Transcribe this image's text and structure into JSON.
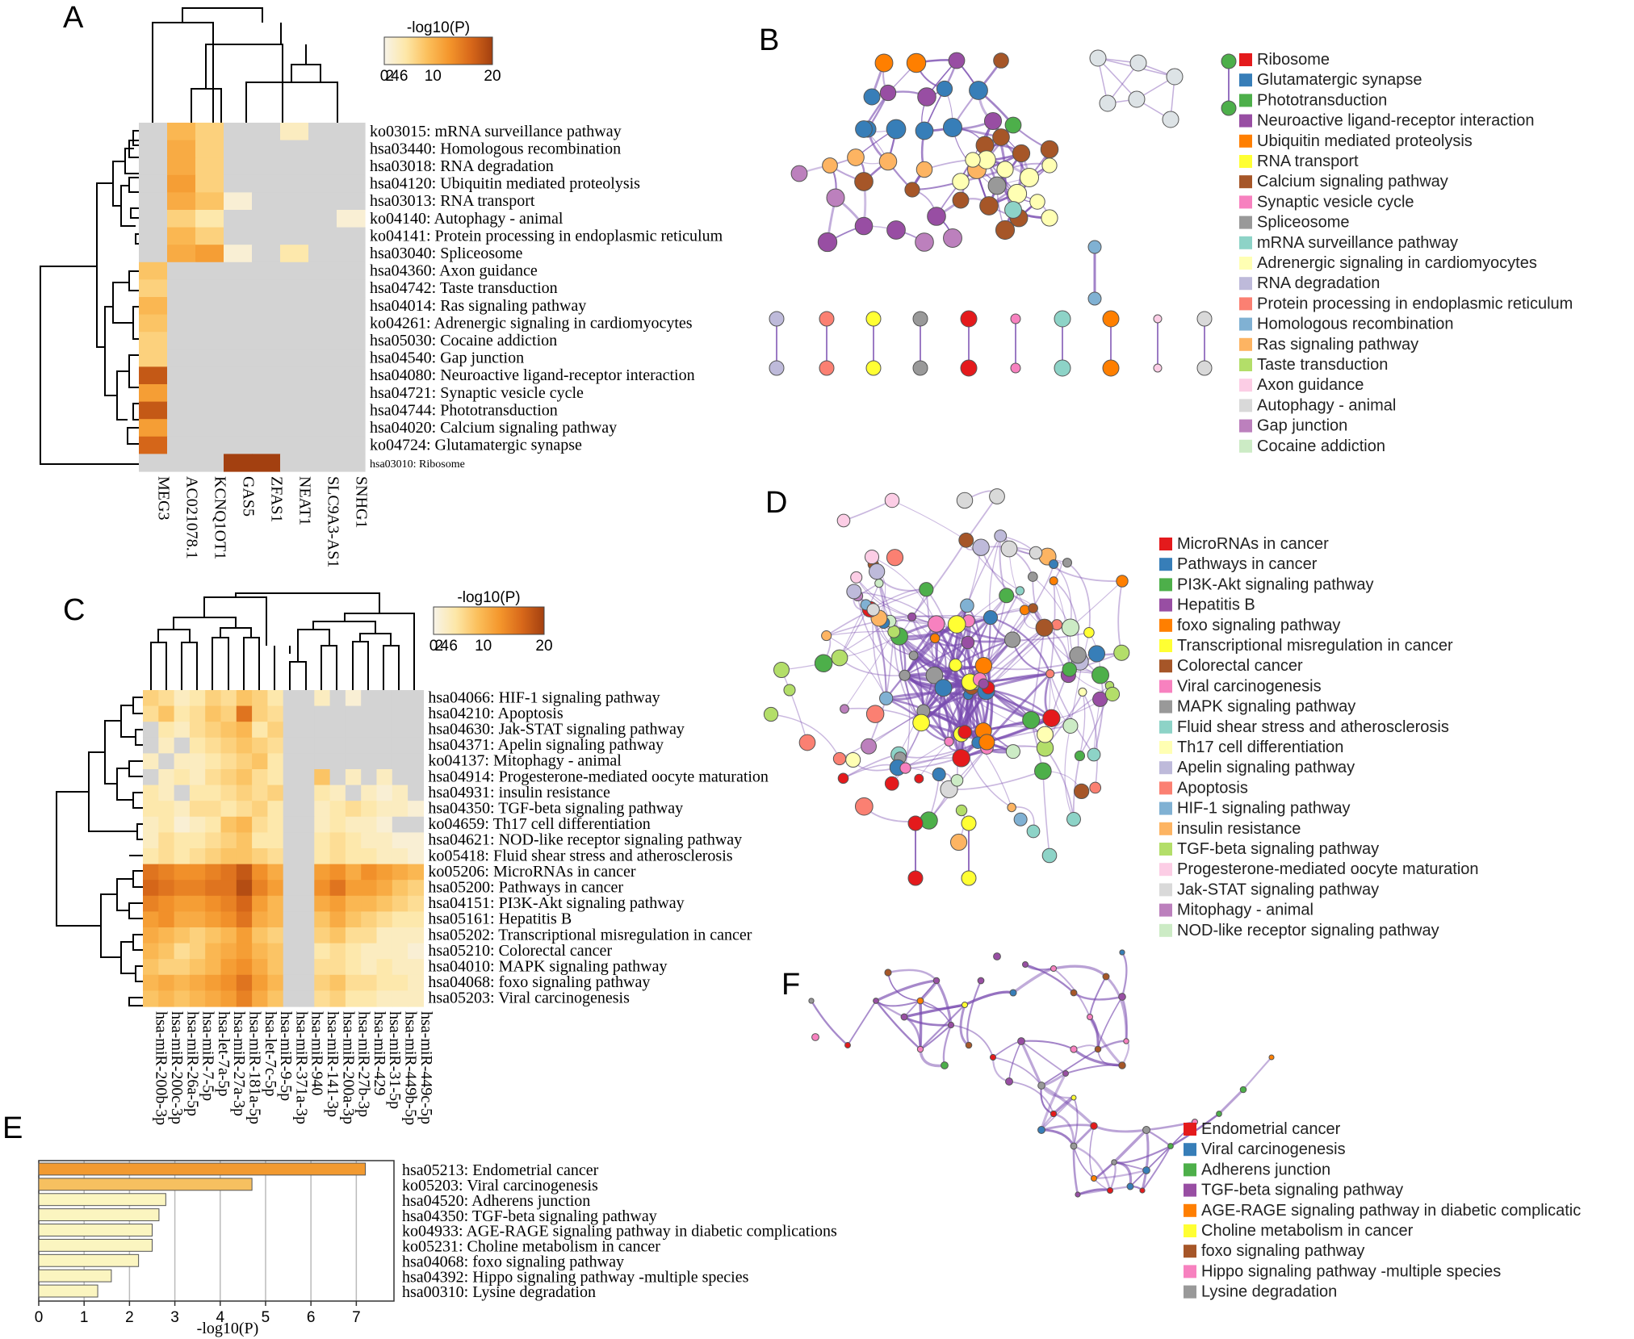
{
  "panels": {
    "A": {
      "letter": "A"
    },
    "B": {
      "letter": "B"
    },
    "C": {
      "letter": "C"
    },
    "D": {
      "letter": "D"
    },
    "E": {
      "letter": "E"
    },
    "F": {
      "letter": "F"
    }
  },
  "colors": {
    "na": "#d3d3d3",
    "scale": [
      "#f7f3e8",
      "#fde7a8",
      "#fbbf5b",
      "#f4962c",
      "#d8681a",
      "#a34010"
    ],
    "bar_low": "#fbf5c0",
    "bar_mid": "#f6c060",
    "bar_high": "#f29a30",
    "edge": "#7a4db0"
  },
  "chart_data": [
    {
      "id": "A",
      "type": "heatmap",
      "title": "-log10(P)",
      "scale_ticks": [
        "0",
        "2",
        "4",
        "6",
        "10",
        "20"
      ],
      "columns": [
        "MEG3",
        "AC021078.1",
        "KCNQ1OT1",
        "GAS5",
        "ZFAS1",
        "NEAT1",
        "SLC9A3-AS1",
        "SNHG1"
      ],
      "rows": [
        "ko03015: mRNA surveillance pathway",
        "hsa03440: Homologous recombination",
        "hsa03018: RNA degradation",
        "hsa04120: Ubiquitin mediated proteolysis",
        "hsa03013: RNA transport",
        "ko04140: Autophagy - animal",
        "ko04141: Protein processing in endoplasmic reticulum",
        "hsa03040: Spliceosome",
        "hsa04360: Axon guidance",
        "hsa04742: Taste transduction",
        "hsa04014: Ras signaling pathway",
        "ko04261: Adrenergic signaling in cardiomyocytes",
        "hsa05030: Cocaine addiction",
        "hsa04540: Gap junction",
        "hsa04080: Neuroactive ligand-receptor interaction",
        "hsa04721: Synaptic vesicle cycle",
        "hsa04744: Phototransduction",
        "hsa04020: Calcium signaling pathway",
        "ko04724: Glutamatergic synapse",
        "hsa03010: Ribosome"
      ],
      "values": [
        [
          null,
          7,
          5,
          null,
          null,
          2,
          null,
          null
        ],
        [
          null,
          8,
          5,
          null,
          null,
          null,
          null,
          null
        ],
        [
          null,
          8,
          5,
          null,
          null,
          null,
          null,
          null
        ],
        [
          null,
          9,
          5,
          null,
          null,
          null,
          null,
          null
        ],
        [
          null,
          8,
          6,
          1,
          null,
          null,
          null,
          null
        ],
        [
          null,
          5,
          3,
          null,
          null,
          null,
          null,
          1
        ],
        [
          null,
          7,
          5,
          null,
          null,
          null,
          null,
          null
        ],
        [
          null,
          8,
          9,
          1,
          null,
          3,
          null,
          null
        ],
        [
          6,
          null,
          null,
          null,
          null,
          null,
          null,
          null
        ],
        [
          5,
          null,
          null,
          null,
          null,
          null,
          null,
          null
        ],
        [
          7,
          null,
          null,
          null,
          null,
          null,
          null,
          null
        ],
        [
          6,
          null,
          null,
          null,
          null,
          null,
          null,
          null
        ],
        [
          5,
          null,
          null,
          null,
          null,
          null,
          null,
          null
        ],
        [
          5,
          null,
          null,
          null,
          null,
          null,
          null,
          null
        ],
        [
          14,
          null,
          null,
          null,
          null,
          null,
          null,
          null
        ],
        [
          9,
          null,
          null,
          null,
          null,
          null,
          null,
          null
        ],
        [
          14,
          null,
          null,
          null,
          null,
          null,
          null,
          null
        ],
        [
          9,
          null,
          null,
          null,
          null,
          null,
          null,
          null
        ],
        [
          13,
          null,
          null,
          null,
          null,
          null,
          null,
          null
        ],
        [
          null,
          null,
          null,
          16,
          16,
          null,
          null,
          null
        ]
      ]
    },
    {
      "id": "C",
      "type": "heatmap",
      "title": "-log10(P)",
      "scale_ticks": [
        "0",
        "2",
        "4",
        "6",
        "10",
        "20"
      ],
      "columns": [
        "hsa-miR-200b-3p",
        "hsa-miR-200c-3p",
        "hsa-miR-26a-5p",
        "hsa-miR-7-5p",
        "hsa-let-7a-5p",
        "hsa-miR-27a-3p",
        "hsa-miR-181a-5p",
        "hsa-let-7c-5p",
        "hsa-miR-9-5p",
        "hsa-miR-371a-3p",
        "hsa-miR-940",
        "hsa-miR-141-3p",
        "hsa-miR-200a-3p",
        "hsa-miR-27b-3p",
        "hsa-miR-429",
        "hsa-miR-31-5p",
        "hsa-miR-449b-5p",
        "hsa-miR-449c-5p"
      ],
      "rows": [
        "hsa04066: HIF-1 signaling pathway",
        "hsa04210: Apoptosis",
        "hsa04630: Jak-STAT signaling pathway",
        "hsa04371: Apelin signaling pathway",
        "ko04137: Mitophagy - animal",
        "hsa04914: Progesterone-mediated oocyte maturation",
        "hsa04931: insulin resistance",
        "hsa04350: TGF-beta signaling pathway",
        "ko04659: Th17 cell differentiation",
        "hsa04621: NOD-like receptor signaling pathway",
        "ko05418: Fluid shear stress and atherosclerosis",
        "ko05206: MicroRNAs in cancer",
        "hsa05200: Pathways in cancer",
        "hsa04151: PI3K-Akt signaling pathway",
        "hsa05161: Hepatitis B",
        "hsa05202: Transcriptional misregulation in cancer",
        "hsa05210: Colorectal cancer",
        "hsa04010: MAPK signaling pathway",
        "hsa04068: foxo signaling pathway",
        "hsa05203: Viral carcinogenesis"
      ],
      "values": [
        [
          5,
          4,
          2,
          3,
          5,
          4,
          6,
          5,
          3,
          null,
          null,
          2,
          null,
          1,
          null,
          null,
          null,
          null
        ],
        [
          4,
          6,
          3,
          4,
          6,
          5,
          12,
          5,
          4,
          null,
          null,
          null,
          null,
          null,
          null,
          null,
          null,
          null
        ],
        [
          null,
          3,
          2,
          4,
          5,
          6,
          7,
          3,
          5,
          null,
          null,
          null,
          null,
          null,
          null,
          null,
          null,
          null
        ],
        [
          null,
          2,
          null,
          3,
          4,
          5,
          6,
          5,
          4,
          null,
          null,
          null,
          null,
          null,
          null,
          null,
          null,
          null
        ],
        [
          2,
          null,
          2,
          2,
          3,
          4,
          5,
          6,
          3,
          null,
          null,
          null,
          null,
          null,
          null,
          null,
          null,
          null
        ],
        [
          null,
          2,
          3,
          2,
          4,
          5,
          6,
          4,
          3,
          null,
          null,
          6,
          null,
          2,
          null,
          2,
          null,
          null
        ],
        [
          3,
          2,
          null,
          3,
          3,
          4,
          5,
          4,
          5,
          null,
          null,
          3,
          2,
          null,
          2,
          1,
          2,
          null
        ],
        [
          3,
          3,
          2,
          4,
          4,
          3,
          4,
          5,
          3,
          null,
          null,
          2,
          3,
          4,
          3,
          2,
          2,
          1
        ],
        [
          2,
          3,
          1,
          2,
          3,
          6,
          7,
          4,
          3,
          null,
          null,
          2,
          3,
          2,
          2,
          1,
          null,
          null
        ],
        [
          2,
          4,
          3,
          3,
          4,
          5,
          6,
          3,
          3,
          null,
          null,
          3,
          4,
          3,
          2,
          2,
          1,
          1
        ],
        [
          3,
          4,
          3,
          4,
          5,
          6,
          6,
          5,
          4,
          null,
          null,
          3,
          4,
          3,
          3,
          2,
          2,
          1
        ],
        [
          12,
          11,
          10,
          10,
          11,
          12,
          14,
          10,
          8,
          null,
          null,
          9,
          10,
          8,
          10,
          9,
          8,
          7
        ],
        [
          13,
          12,
          11,
          11,
          12,
          12,
          15,
          11,
          9,
          null,
          null,
          10,
          12,
          9,
          9,
          8,
          6,
          5
        ],
        [
          11,
          10,
          9,
          9,
          10,
          11,
          13,
          9,
          7,
          null,
          null,
          8,
          9,
          7,
          7,
          6,
          5,
          4
        ],
        [
          9,
          10,
          8,
          8,
          9,
          10,
          12,
          8,
          7,
          null,
          null,
          6,
          8,
          6,
          5,
          4,
          3,
          3
        ],
        [
          8,
          7,
          6,
          5,
          6,
          7,
          9,
          6,
          5,
          null,
          null,
          5,
          6,
          4,
          4,
          2,
          2,
          2
        ],
        [
          7,
          6,
          4,
          5,
          7,
          8,
          9,
          7,
          6,
          null,
          null,
          3,
          4,
          3,
          2,
          2,
          2,
          1
        ],
        [
          6,
          5,
          5,
          6,
          7,
          9,
          10,
          8,
          6,
          null,
          null,
          4,
          4,
          3,
          2,
          3,
          2,
          2
        ],
        [
          7,
          8,
          7,
          8,
          9,
          10,
          12,
          9,
          7,
          null,
          null,
          5,
          6,
          4,
          4,
          3,
          3,
          2
        ],
        [
          6,
          7,
          6,
          7,
          8,
          9,
          11,
          8,
          6,
          null,
          null,
          4,
          5,
          3,
          3,
          2,
          2,
          2
        ]
      ]
    },
    {
      "id": "E",
      "type": "bar",
      "orientation": "horizontal",
      "categories": [
        "hsa05213: Endometrial cancer",
        "ko05203: Viral carcinogenesis",
        "hsa04520: Adherens junction",
        "hsa04350: TGF-beta signaling pathway",
        "ko04933: AGE-RAGE signaling pathway in diabetic complications",
        "ko05231: Choline metabolism in cancer",
        "hsa04068: foxo signaling pathway",
        "hsa04392: Hippo signaling pathway -multiple species",
        "hsa00310: Lysine degradation"
      ],
      "values": [
        7.2,
        4.7,
        2.8,
        2.65,
        2.5,
        2.5,
        2.2,
        1.6,
        1.3
      ],
      "xlabel": "-log10(P)",
      "xlim": [
        0,
        8
      ],
      "xticks": [
        "0",
        "1",
        "2",
        "3",
        "4",
        "5",
        "6",
        "7"
      ],
      "grid": true
    }
  ],
  "networks": {
    "B": {
      "legend": [
        {
          "label": "Ribosome",
          "color": "#e41a1c"
        },
        {
          "label": "Glutamatergic synapse",
          "color": "#377eb8"
        },
        {
          "label": "Phototransduction",
          "color": "#4daf4a"
        },
        {
          "label": "Neuroactive ligand-receptor interaction",
          "color": "#984ea3"
        },
        {
          "label": "Ubiquitin mediated proteolysis",
          "color": "#ff7f00"
        },
        {
          "label": "RNA transport",
          "color": "#ffff33"
        },
        {
          "label": "Calcium signaling pathway",
          "color": "#a65628"
        },
        {
          "label": "Synaptic vesicle cycle",
          "color": "#f781bf"
        },
        {
          "label": "Spliceosome",
          "color": "#999999"
        },
        {
          "label": "mRNA surveillance pathway",
          "color": "#8dd3c7"
        },
        {
          "label": "Adrenergic signaling in cardiomyocytes",
          "color": "#ffffb3"
        },
        {
          "label": "RNA degradation",
          "color": "#bebada"
        },
        {
          "label": "Protein processing in endoplasmic reticulum",
          "color": "#fb8072"
        },
        {
          "label": "Homologous recombination",
          "color": "#80b1d3"
        },
        {
          "label": "Ras signaling pathway",
          "color": "#fdb462"
        },
        {
          "label": "Taste transduction",
          "color": "#b3de69"
        },
        {
          "label": "Axon guidance",
          "color": "#fccde5"
        },
        {
          "label": "Autophagy - animal",
          "color": "#d9d9d9"
        },
        {
          "label": "Gap junction",
          "color": "#bc80bd"
        },
        {
          "label": "Cocaine addiction",
          "color": "#ccebc5"
        }
      ]
    },
    "D": {
      "legend": [
        {
          "label": "MicroRNAs in cancer",
          "color": "#e41a1c"
        },
        {
          "label": "Pathways in cancer",
          "color": "#377eb8"
        },
        {
          "label": "PI3K-Akt signaling pathway",
          "color": "#4daf4a"
        },
        {
          "label": "Hepatitis B",
          "color": "#984ea3"
        },
        {
          "label": "foxo signaling pathway",
          "color": "#ff7f00"
        },
        {
          "label": "Transcriptional misregulation in cancer",
          "color": "#ffff33"
        },
        {
          "label": "Colorectal cancer",
          "color": "#a65628"
        },
        {
          "label": "Viral carcinogenesis",
          "color": "#f781bf"
        },
        {
          "label": "MAPK signaling pathway",
          "color": "#999999"
        },
        {
          "label": "Fluid shear stress and atherosclerosis",
          "color": "#8dd3c7"
        },
        {
          "label": "Th17 cell differentiation",
          "color": "#ffffb3"
        },
        {
          "label": "Apelin signaling pathway",
          "color": "#bebada"
        },
        {
          "label": "Apoptosis",
          "color": "#fb8072"
        },
        {
          "label": "HIF-1 signaling pathway",
          "color": "#80b1d3"
        },
        {
          "label": "insulin resistance",
          "color": "#fdb462"
        },
        {
          "label": "TGF-beta signaling pathway",
          "color": "#b3de69"
        },
        {
          "label": "Progesterone-mediated oocyte maturation",
          "color": "#fccde5"
        },
        {
          "label": "Jak-STAT signaling pathway",
          "color": "#d9d9d9"
        },
        {
          "label": "Mitophagy - animal",
          "color": "#bc80bd"
        },
        {
          "label": "NOD-like receptor signaling pathway",
          "color": "#ccebc5"
        }
      ]
    },
    "F": {
      "legend": [
        {
          "label": "Endometrial cancer",
          "color": "#e41a1c"
        },
        {
          "label": "Viral carcinogenesis",
          "color": "#377eb8"
        },
        {
          "label": "Adherens junction",
          "color": "#4daf4a"
        },
        {
          "label": "TGF-beta signaling pathway",
          "color": "#984ea3"
        },
        {
          "label": "AGE-RAGE signaling pathway in diabetic complicatic",
          "color": "#ff7f00"
        },
        {
          "label": "Choline metabolism in cancer",
          "color": "#ffff33"
        },
        {
          "label": "foxo signaling pathway",
          "color": "#a65628"
        },
        {
          "label": "Hippo signaling pathway -multiple species",
          "color": "#f781bf"
        },
        {
          "label": "Lysine degradation",
          "color": "#999999"
        }
      ]
    }
  }
}
